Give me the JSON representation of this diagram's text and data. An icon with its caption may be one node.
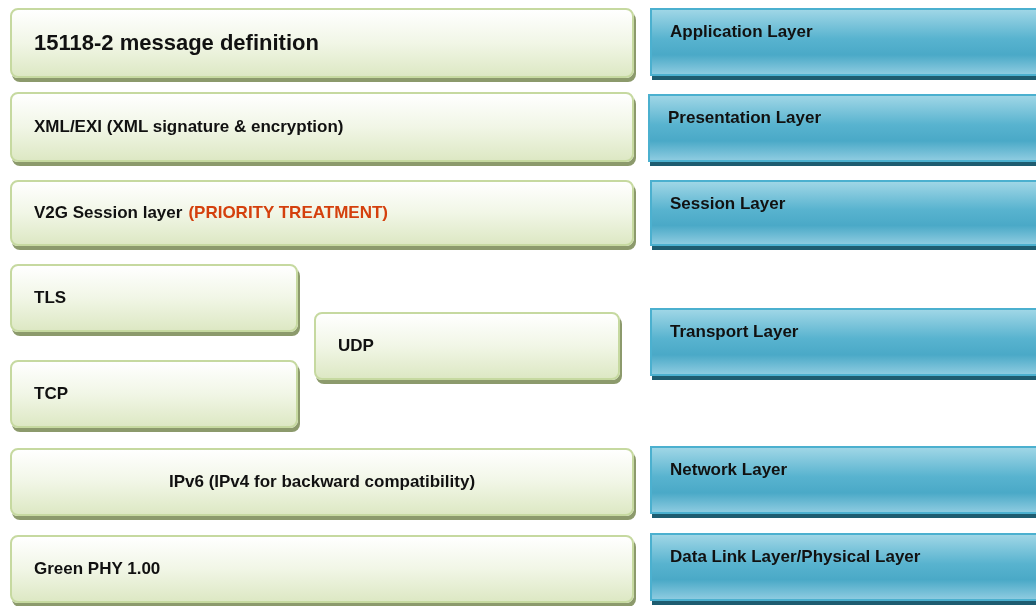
{
  "diagram": {
    "nodes": [
      {
        "text": [
          "15118-2 message definition"
        ]
      },
      {
        "text": [
          "XML/EXI (XML signature & encryption)"
        ]
      },
      {
        "text": [
          "V2G Session layer",
          "(PRIORITY TREATMENT)"
        ]
      },
      {
        "text": [
          "TLS"
        ]
      },
      {
        "text": [
          "UDP"
        ]
      },
      {
        "text": [
          "TCP"
        ]
      },
      {
        "text": [
          "IPv6 (IPv4 for backward compatibility)"
        ]
      },
      {
        "text": [
          "Green PHY 1.00"
        ]
      },
      {
        "text": [
          "Application Layer"
        ]
      },
      {
        "text": [
          "Presentation Layer"
        ]
      },
      {
        "text": [
          "Session Layer"
        ]
      },
      {
        "text": [
          "Transport Layer"
        ]
      },
      {
        "text": [
          "Network Layer"
        ]
      },
      {
        "text": [
          "Data Link Layer/Physical Layer"
        ]
      }
    ]
  }
}
